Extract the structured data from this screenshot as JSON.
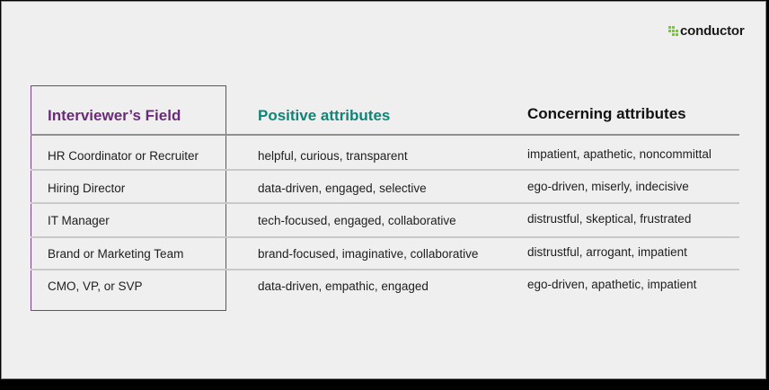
{
  "brand": {
    "name": "conductor",
    "mark_color": "#7dc242"
  },
  "table": {
    "headers": [
      {
        "label": "Interviewer’s Field",
        "color": "#6a2c7a"
      },
      {
        "label": "Positive attributes",
        "color": "#0f8577"
      },
      {
        "label": "Concerning attributes",
        "color": "#111111"
      }
    ],
    "rows": [
      {
        "field": "HR Coordinator or Recruiter",
        "positive": "helpful, curious, transparent",
        "concerning": "impatient, apathetic, noncommittal"
      },
      {
        "field": "Hiring Director",
        "positive": "data-driven, engaged, selective",
        "concerning": "ego-driven, miserly, indecisive"
      },
      {
        "field": "IT Manager",
        "positive": "tech-focused, engaged, collaborative",
        "concerning": "distrustful, skeptical, frustrated"
      },
      {
        "field": "Brand or Marketing Team",
        "positive": "brand-focused, imaginative, collaborative",
        "concerning": "distrustful, arrogant, impatient"
      },
      {
        "field": "CMO, VP, or SVP",
        "positive": "data-driven, empathic, engaged",
        "concerning": "ego-driven, apathetic, impatient"
      }
    ]
  }
}
